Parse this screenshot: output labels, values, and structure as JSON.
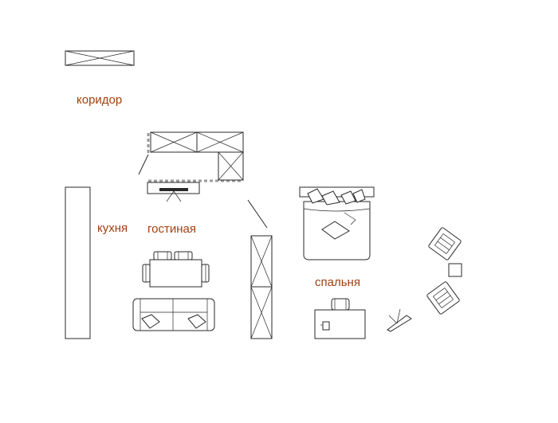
{
  "rooms": {
    "corridor": "коридор",
    "kitchen": "кухня",
    "living_room": "гостиная",
    "bedroom": "спальня"
  },
  "colors": {
    "label": "#a0400f",
    "line": "#2a2a2a",
    "dashed_edge": "#9a9a9a"
  },
  "icons": [
    "corridor-shelf-icon",
    "kitchen-counter-icon",
    "wall-cabinet-icon",
    "tv-stand-icon",
    "dining-table-icon",
    "sofa-icon",
    "bookcase-icon",
    "double-bed-icon",
    "desk-icon",
    "armchair-icon",
    "side-table-icon",
    "easel-icon"
  ]
}
